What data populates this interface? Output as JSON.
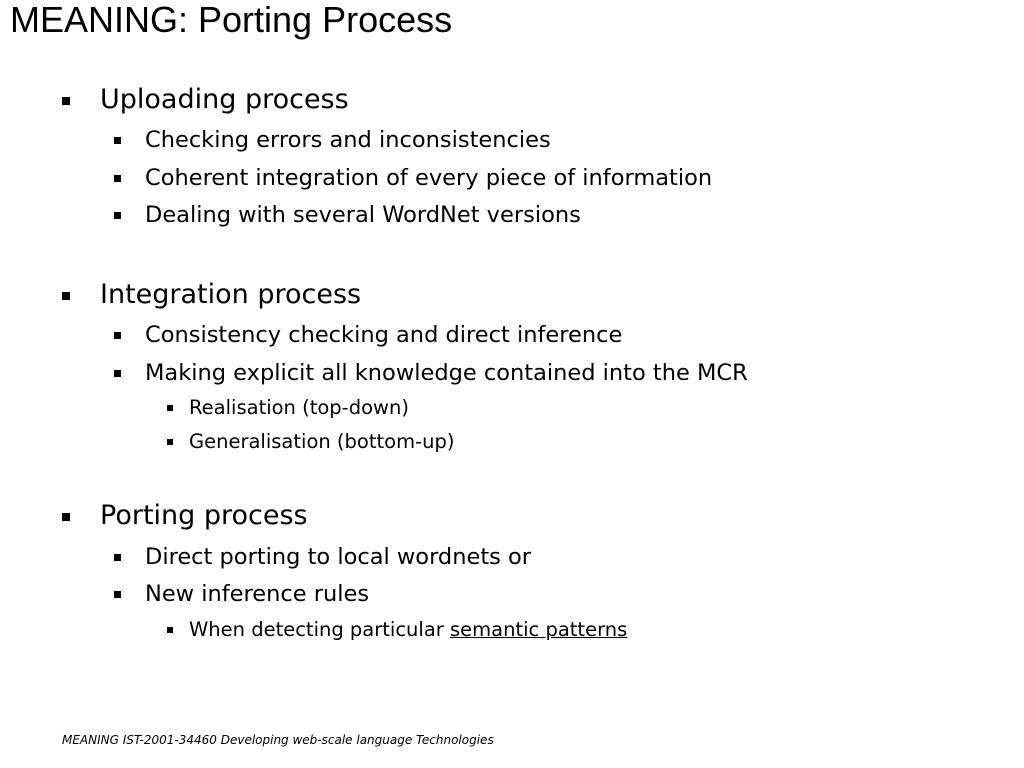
{
  "title": "MEANING: Porting Process",
  "sections": [
    {
      "heading": "Uploading process",
      "items": [
        "Checking errors and inconsistencies",
        "Coherent integration of every piece of information",
        "Dealing with several WordNet versions"
      ]
    },
    {
      "heading": "Integration process",
      "items": [
        "Consistency checking and direct inference",
        "Making explicit all knowledge contained into the MCR"
      ],
      "subitems": [
        "Realisation (top-down)",
        "Generalisation (bottom-up)"
      ]
    },
    {
      "heading": "Porting process",
      "items": [
        "Direct porting to local wordnets or",
        "New inference rules"
      ],
      "subitem_prefix": "When detecting particular ",
      "subitem_link": "semantic patterns"
    }
  ],
  "footer": "MEANING IST-2001-34460 Developing web-scale language Technologies"
}
